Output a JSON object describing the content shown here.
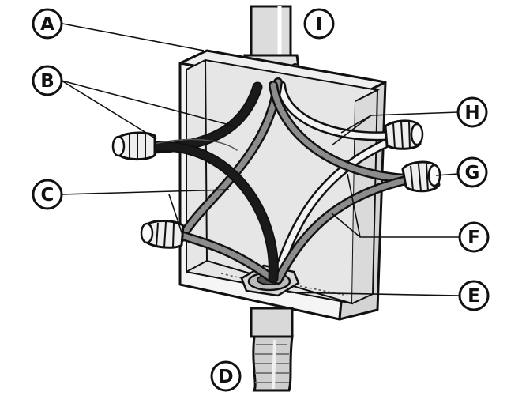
{
  "diagram": {
    "labels": [
      {
        "id": "A",
        "text": "A"
      },
      {
        "id": "B",
        "text": "B"
      },
      {
        "id": "C",
        "text": "C"
      },
      {
        "id": "D",
        "text": "D"
      },
      {
        "id": "E",
        "text": "E"
      },
      {
        "id": "F",
        "text": "F"
      },
      {
        "id": "G",
        "text": "G"
      },
      {
        "id": "H",
        "text": "H"
      },
      {
        "id": "I",
        "text": "I"
      }
    ],
    "colors": {
      "outline": "#111111",
      "box_face": "#e7e7e7",
      "box_side": "#cfcfcf",
      "conduit": "#dcdcdc",
      "black_wire": "#1a1a1a",
      "gray_wire": "#8c8c8c",
      "white_wire": "#f4f4f4",
      "wire_nut": "#eeeeee"
    }
  }
}
